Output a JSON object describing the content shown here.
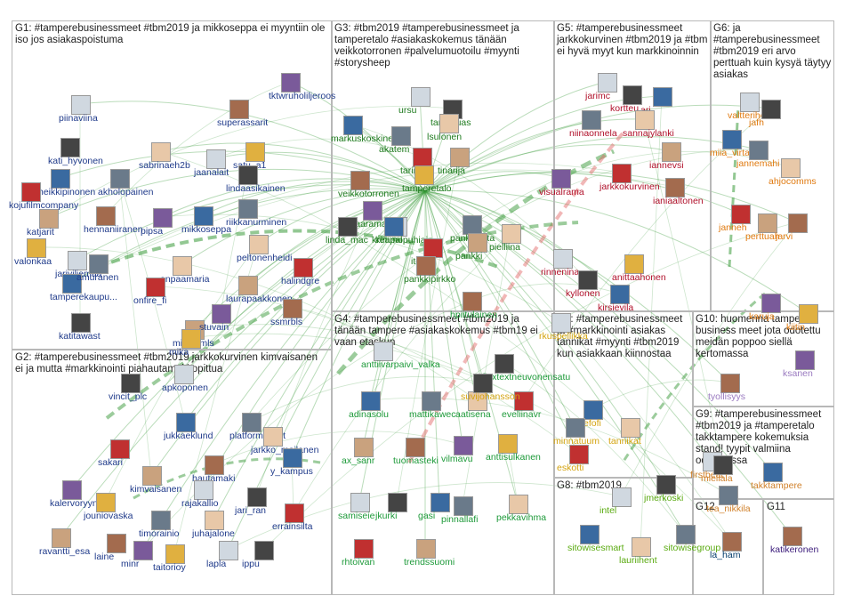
{
  "colors": {
    "edge_green": "#3a9a3a",
    "edge_red": "#e06060",
    "box_border": "#b8b8b8",
    "g1_label": "#1f3a8a",
    "g2_label": "#1f3a8a",
    "g3_label": "#1e7a1e",
    "g4_label": "#1e9a3a",
    "g5_label": "#b0102a",
    "g6_label": "#e07a10",
    "g7_label": "#d4a410",
    "g8_label": "#5aaa10",
    "g9_label": "#d0802a",
    "g10_label": "#9a7ac0",
    "g11_label": "#3a1a7a",
    "g12_label": "#003a6a"
  },
  "groups": [
    {
      "id": "g1",
      "title": "G1: #tamperebusinessmeet #tbm2019 ja mikkoseppa ei myyntiin ole iso jos asiakaspoistuma"
    },
    {
      "id": "g2",
      "title": "G2: #tamperebusinessmeet #tbm2019 jarkkokurvinen kimvaisanen ei ja mutta #markkinointi piahautamaki opittua"
    },
    {
      "id": "g3",
      "title": "G3: #tbm2019 #tamperebusinessmeet ja tamperetalo #asiakaskokemus tänään veikkotorronen #palvelumuotoilu #myynti #storysheep"
    },
    {
      "id": "g4",
      "title": "G4: #tamperebusinessmeet #tbm2019 ja tänään tampere #asiakaskokemus #tbm19 ei vaan etaskun"
    },
    {
      "id": "g5",
      "title": "G5: #tamperebusinessmeet jarkkokurvinen #tbm2019 ja #tbm ei hyvä myyt kun markkinoinnin"
    },
    {
      "id": "g6",
      "title": "G6: ja #tamperebusinessmeet #tbm2019 eri arvo perttuah kuin kysyä täytyy asiakas"
    },
    {
      "id": "g7",
      "title": "G7: #tamperebusinessmeet ja #markkinointi asiakas tannikat #myynti #tbm2019 kun asiakkaan kiinnostaa"
    },
    {
      "id": "g8",
      "title": "G8: #tbm2019"
    },
    {
      "id": "g9",
      "title": "G9: #tamperebusinessmeet #tbm2019 ja #tamperetalo takktampere kokemuksia stand! tyypit valmiina odottavissa"
    },
    {
      "id": "g10",
      "title": "G10: huomenna tampere business meet jota odotettu meidän poppoo siellä kertomassa"
    },
    {
      "id": "g11",
      "title": "G11"
    },
    {
      "id": "g12",
      "title": "G12"
    }
  ],
  "nodes": {
    "g1": [
      "piinaviina",
      "kati_hyvonen",
      "heikkipinonen",
      "akholopainen",
      "sabrinaeh2b",
      "kojufilmcompany",
      "katjarit",
      "hennaniiranen",
      "pipsa",
      "valonkaa",
      "jariviljemaa",
      "katitawast",
      "tamperekaupu...",
      "amuranen",
      "anpaamaria",
      "onfire_fi",
      "mikaelmls",
      "superassarit",
      "tktwruholiljeroos",
      "satu_a1",
      "jaanalait",
      "lindaasikainen",
      "mikkoseppa",
      "riikkanurminen",
      "peltonenheidi",
      "halindgre",
      "laurapaakkonen",
      "ssmrbls",
      "stuvain",
      "mika"
    ],
    "g2": [
      "apkoponen",
      "vincit_plc",
      "jukkaeklund",
      "platformconst",
      "jarkko_moilanen",
      "sakari",
      "kimvaisanen",
      "hautamaki",
      "kalervoryyn",
      "jouniovaska",
      "rajakallio",
      "jari_ran",
      "y_kampus",
      "timorainio",
      "juhajalone",
      "errainsilta",
      "ravantti_esa",
      "laine",
      "minr",
      "taitorioy",
      "lapla",
      "ippu"
    ],
    "g3": [
      "ursu",
      "tamk_uas",
      "markuskoskinen",
      "akatem",
      "lsulonen",
      "tarinak",
      "tinarija",
      "veikkotorronen",
      "saaramary",
      "tamperetalo",
      "kimmopuhiain",
      "linda_mac",
      "kreapal",
      "pankkiriitta",
      "pielliina",
      "itosp",
      "pankki",
      "pankkipirkko"
    ],
    "g4": [
      "anttiivarpaivi_valka",
      "flextextneuvonensatu",
      "adinasolu",
      "mattikawec",
      "aatisena",
      "eveliinavr",
      "ax_sanr",
      "tuomasteki",
      "vilmavu",
      "anttisulkanen",
      "samiseie",
      "jkurki",
      "gasi",
      "pinnallafi",
      "pekkavihma",
      "rhtoivan",
      "trendssuomi",
      "hpiitulainen"
    ],
    "g5": [
      "jarimc",
      "kortteu",
      "ari",
      "niinaonnela",
      "sannajylanki",
      "jarkkokurvinen",
      "iannevsi",
      "ianiaaltonen",
      "visualrama",
      "anittaahonen",
      "rinnenina",
      "kyllonen",
      "kirsievila"
    ],
    "g6": [
      "valtterihell",
      "jafh",
      "miia_virtanen",
      "jannemahi",
      "ahjocomms",
      "janneh",
      "perttuah",
      "jarvi",
      "karuja",
      "kiitin"
    ],
    "g7": [
      "rkuspellikka",
      "suvijohansson",
      "dittefofi",
      "minnatuum",
      "tannikat",
      "eskotti"
    ],
    "g8": [
      "intel",
      "jmerkoski",
      "sitowisesmart",
      "sitowisegroup",
      "lauriihent"
    ],
    "g9": [
      "firstbeat",
      "mieliala",
      "takktampere",
      "tea_nikkila"
    ],
    "g10": [
      "tyollisyys",
      "ksanen"
    ],
    "g11": [
      "katikeronen"
    ],
    "g12": [
      "la_ham"
    ]
  }
}
